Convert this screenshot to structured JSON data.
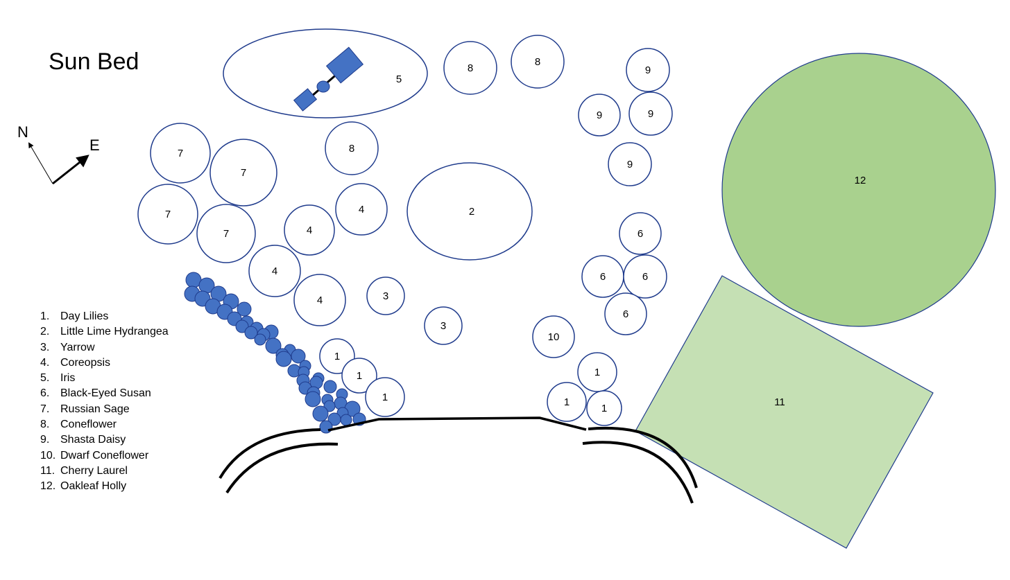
{
  "title": "Sun Bed",
  "compass": {
    "north_label": "N",
    "east_label": "E"
  },
  "colors": {
    "outline": "#1f3b8c",
    "iris_fill": "#4472c4",
    "cherry_laurel_fill": "#c5e0b4",
    "oakleaf_holly_fill": "#a9d18e",
    "wall": "#000000"
  },
  "legend": [
    {
      "num": "1.",
      "name": "Day Lilies"
    },
    {
      "num": "2.",
      "name": "Little Lime Hydrangea"
    },
    {
      "num": "3.",
      "name": "Yarrow"
    },
    {
      "num": "4.",
      "name": "Coreopsis"
    },
    {
      "num": "5.",
      "name": "Iris"
    },
    {
      "num": "6.",
      "name": "Black-Eyed Susan"
    },
    {
      "num": "7.",
      "name": "Russian Sage"
    },
    {
      "num": "8.",
      "name": "Coneflower"
    },
    {
      "num": "9.",
      "name": "Shasta Daisy"
    },
    {
      "num": "10.",
      "name": "Dwarf Coneflower"
    },
    {
      "num": "11.",
      "name": "Cherry Laurel"
    },
    {
      "num": "12.",
      "name": "Oakleaf Holly"
    }
  ],
  "plant_labels": {
    "day_lilies": "1",
    "little_lime_hydrangea": "2",
    "yarrow": "3",
    "coreopsis": "4",
    "iris": "5",
    "black_eyed_susan": "6",
    "russian_sage": "7",
    "coneflower": "8",
    "shasta_daisy": "9",
    "dwarf_coneflower": "10",
    "cherry_laurel": "11",
    "oakleaf_holly": "12"
  }
}
